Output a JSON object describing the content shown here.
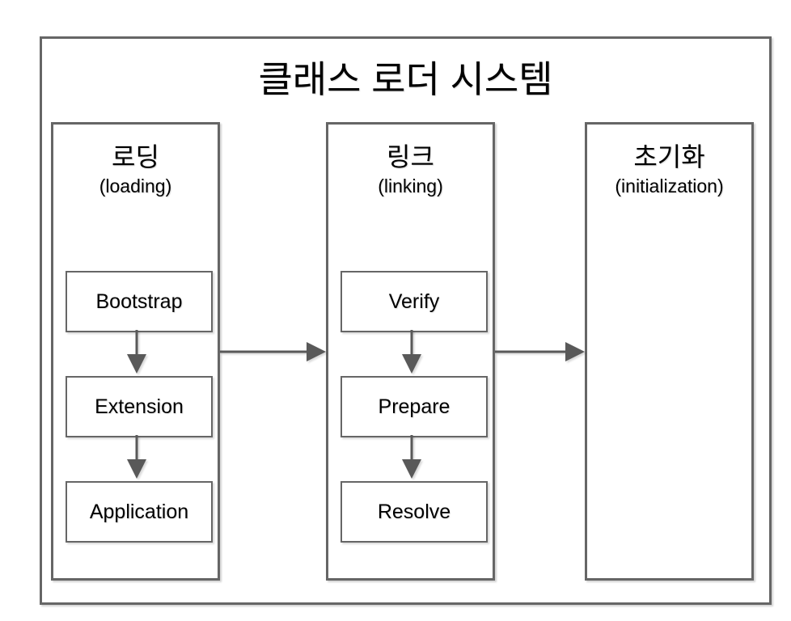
{
  "title": "클래스 로더 시스템",
  "colors": {
    "border": "#666666",
    "arrow": "#595959",
    "text": "#000000",
    "background": "#ffffff"
  },
  "columns": [
    {
      "title_ko": "로딩",
      "title_en": "(loading)",
      "steps": [
        "Bootstrap",
        "Extension",
        "Application"
      ]
    },
    {
      "title_ko": "링크",
      "title_en": "(linking)",
      "steps": [
        "Verify",
        "Prepare",
        "Resolve"
      ]
    },
    {
      "title_ko": "초기화",
      "title_en": "(initialization)",
      "steps": []
    }
  ]
}
